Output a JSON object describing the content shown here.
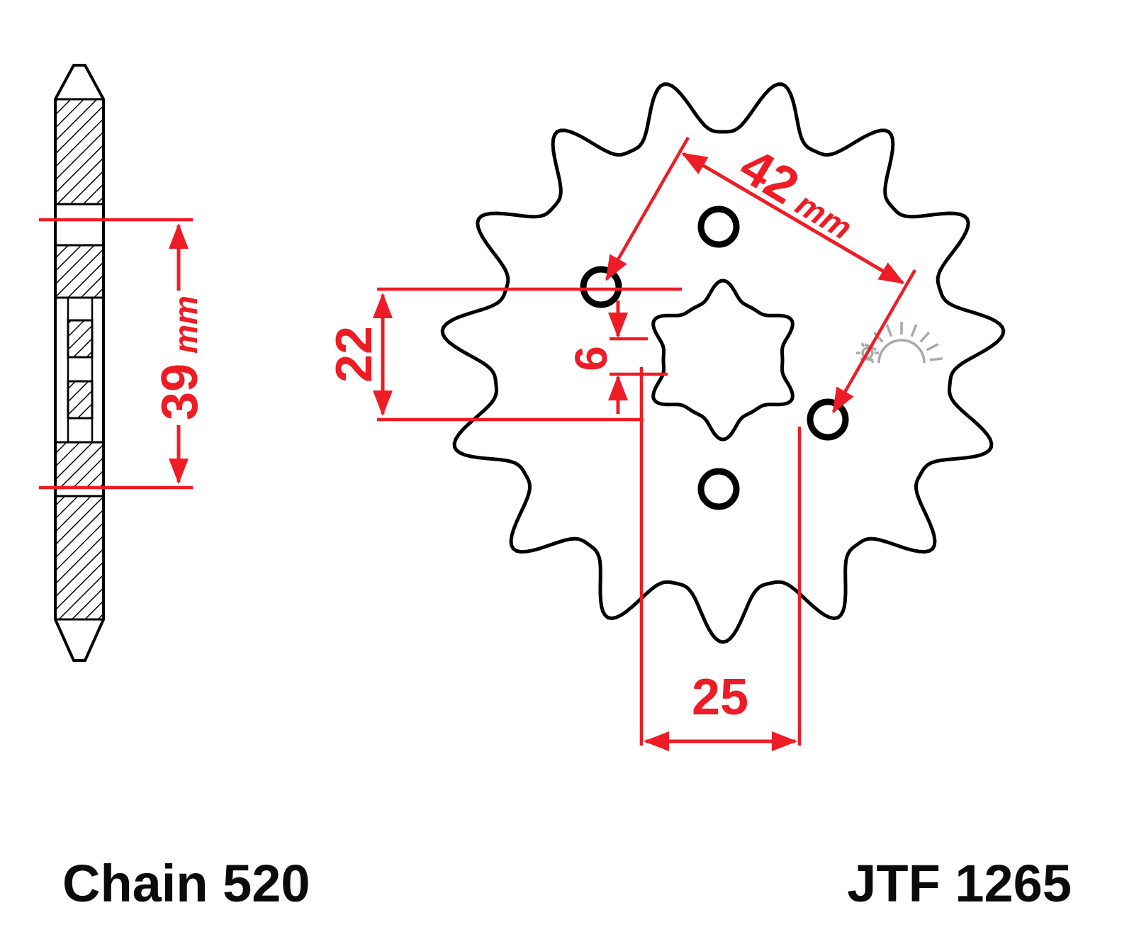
{
  "side_view": {
    "dim_39": {
      "value": "39",
      "unit": "mm"
    }
  },
  "front_view": {
    "dim_42": {
      "value": "42",
      "unit": "mm"
    },
    "dim_22": {
      "value": "22"
    },
    "dim_6": {
      "value": "6"
    },
    "dim_25": {
      "value": "25"
    }
  },
  "footer": {
    "chain_label": "Chain 520",
    "part_number": "JTF 1265"
  },
  "colors": {
    "dimension_red": "#ee1c25",
    "outline_black": "#000000",
    "watermark_gray": "#a9a9a9",
    "background": "#ffffff"
  },
  "icons": {
    "watermark": "sunrise-icon"
  }
}
